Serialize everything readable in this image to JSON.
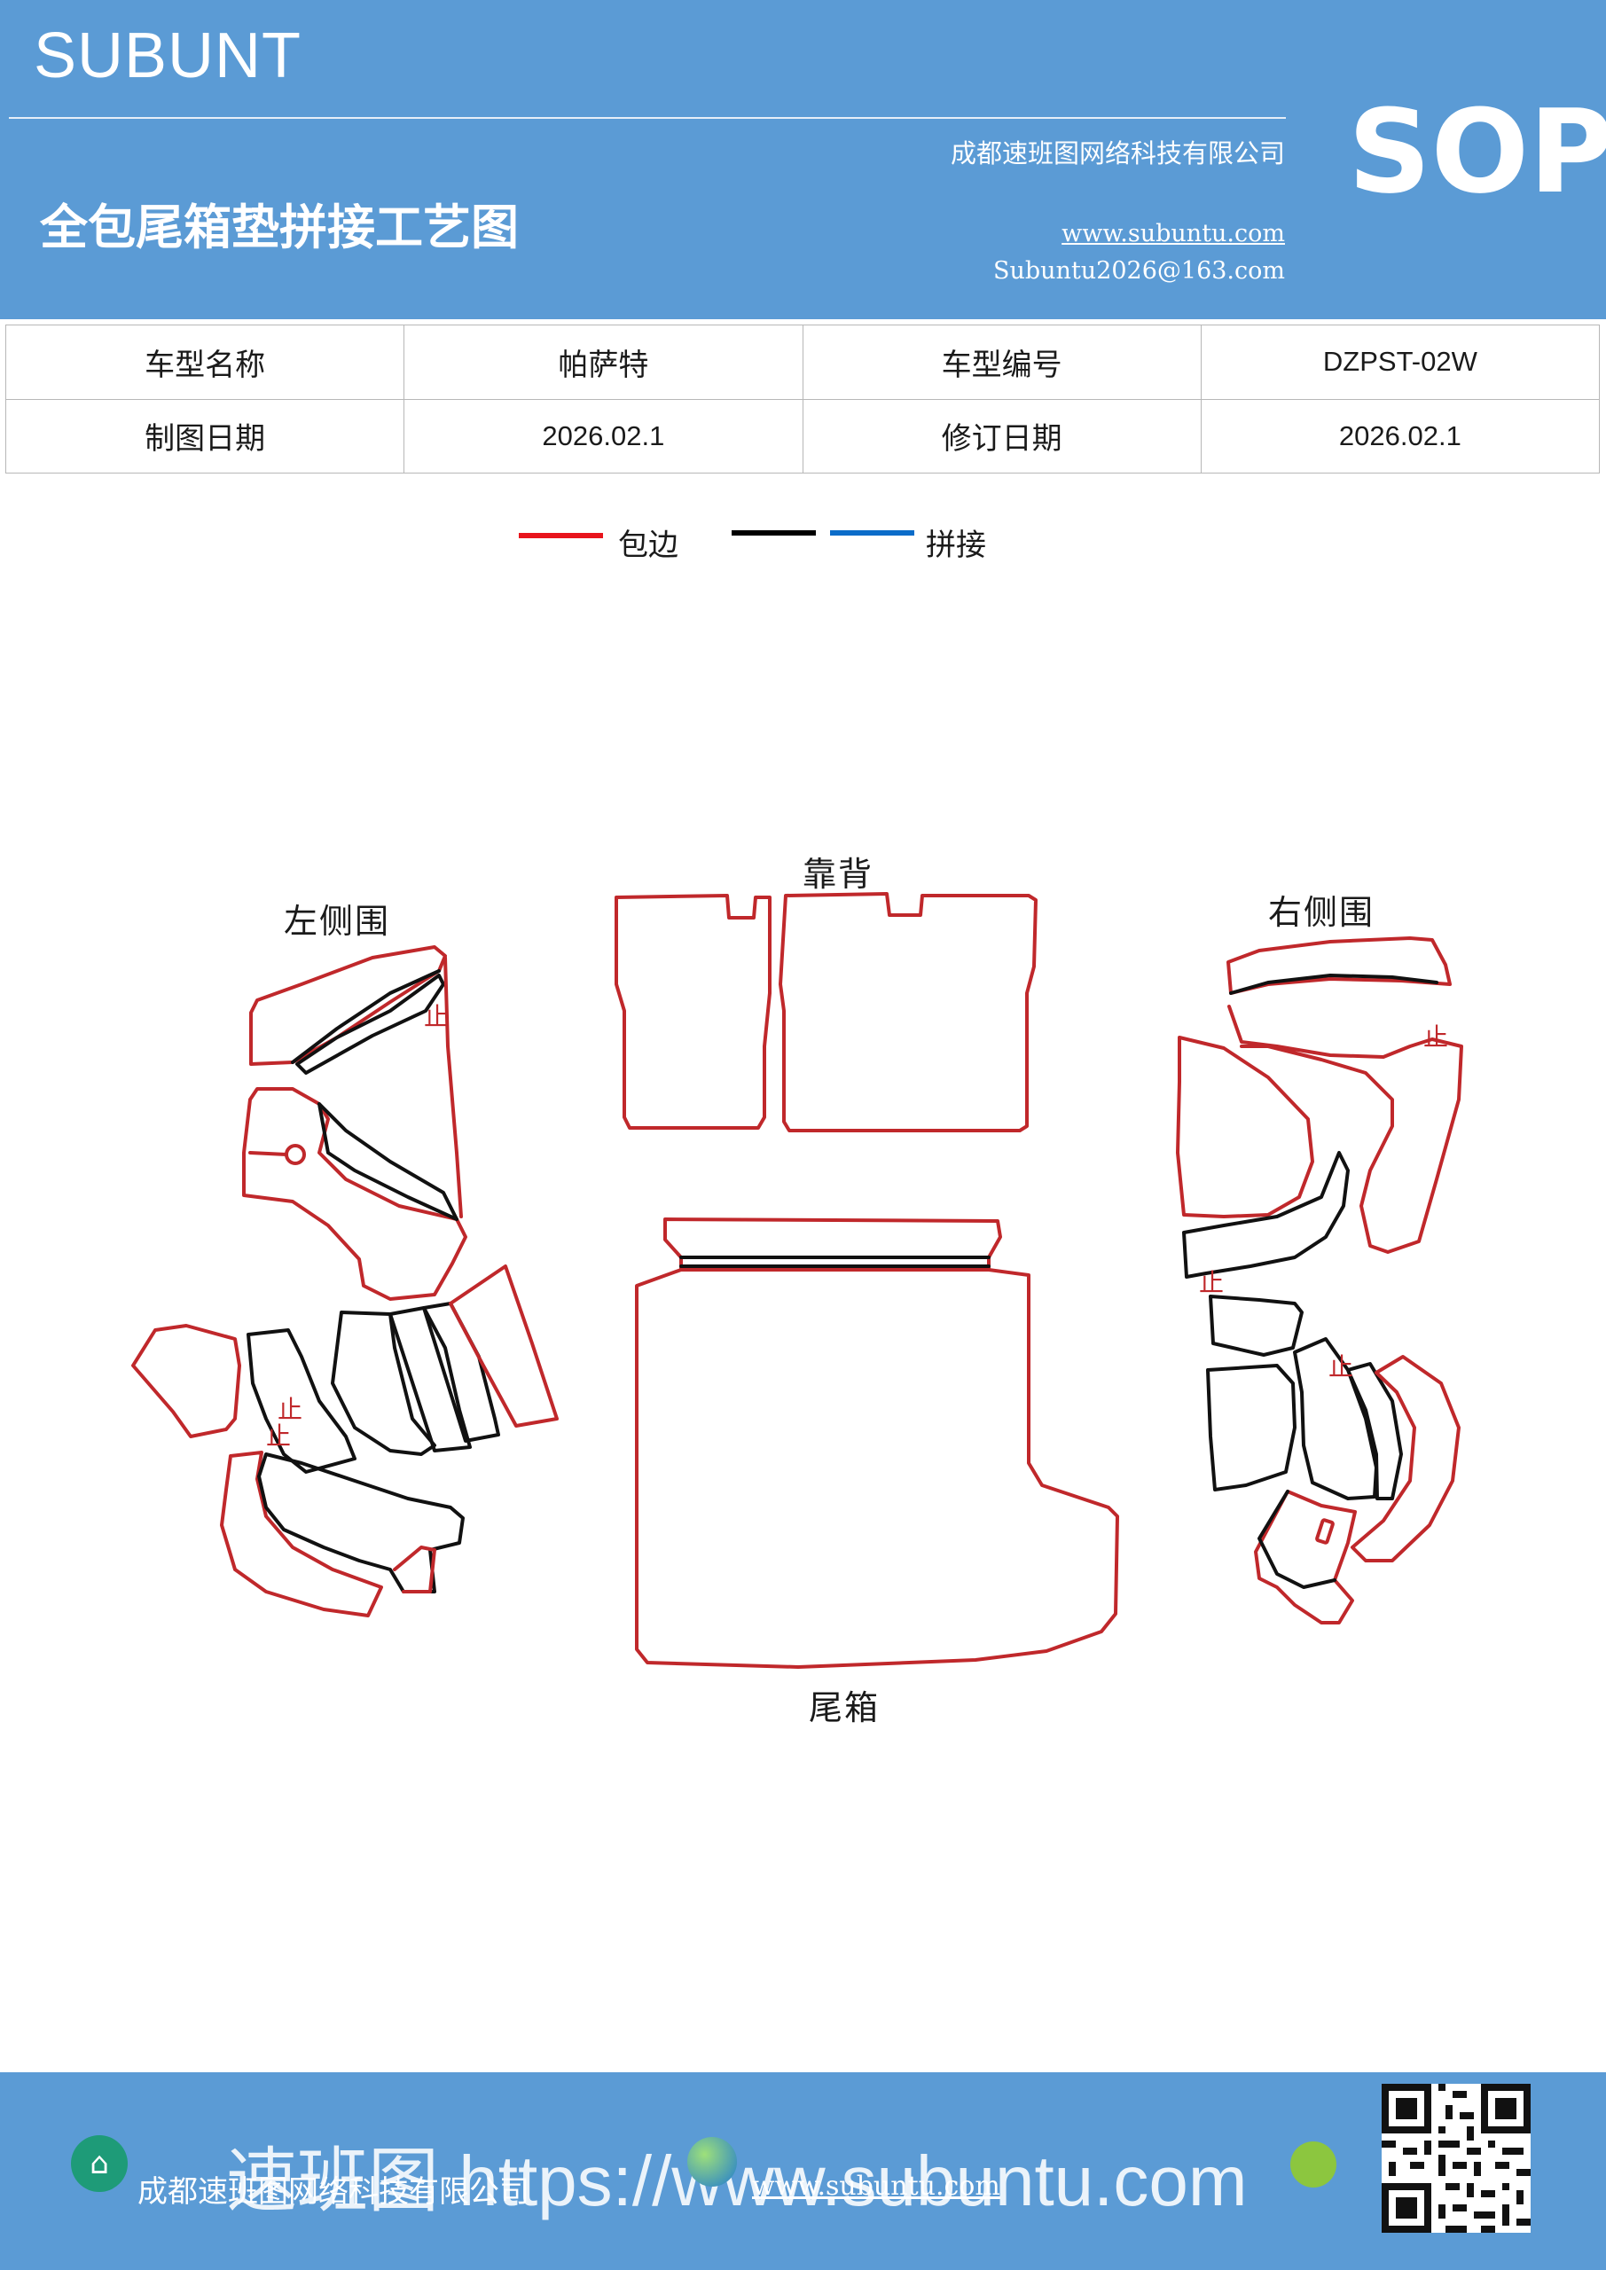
{
  "header": {
    "brand": "SUBUNT",
    "title": "全包尾箱垫拼接工艺图",
    "company": "成都速班图网络科技有限公司",
    "website": "www.subuntu.com",
    "email": "Subuntu2026@163.com",
    "badge": "SOP"
  },
  "info": {
    "model_name_label": "车型名称",
    "model_name": "帕萨特",
    "model_code_label": "车型编号",
    "model_code": "DZPST-02W",
    "draw_date_label": "制图日期",
    "draw_date": "2026.02.1",
    "revise_date_label": "修订日期",
    "revise_date": "2026.02.1"
  },
  "legend": {
    "edge_label": "包边",
    "edge_color": "#e8141c",
    "black_color": "#000000",
    "join_label": "拼接",
    "join_color": "#0a6cc9"
  },
  "diagram": {
    "left_side": "左侧围",
    "backrest": "靠背",
    "right_side": "右侧围",
    "trunk": "尾箱",
    "stop_mark": "止",
    "outline_color": "#c0282b",
    "inner_color": "#111111"
  },
  "footer": {
    "company": "成都速班图网络科技有限公司",
    "watermark": "速班图 https://www.subuntu.com",
    "website": "www.subuntu.com"
  }
}
